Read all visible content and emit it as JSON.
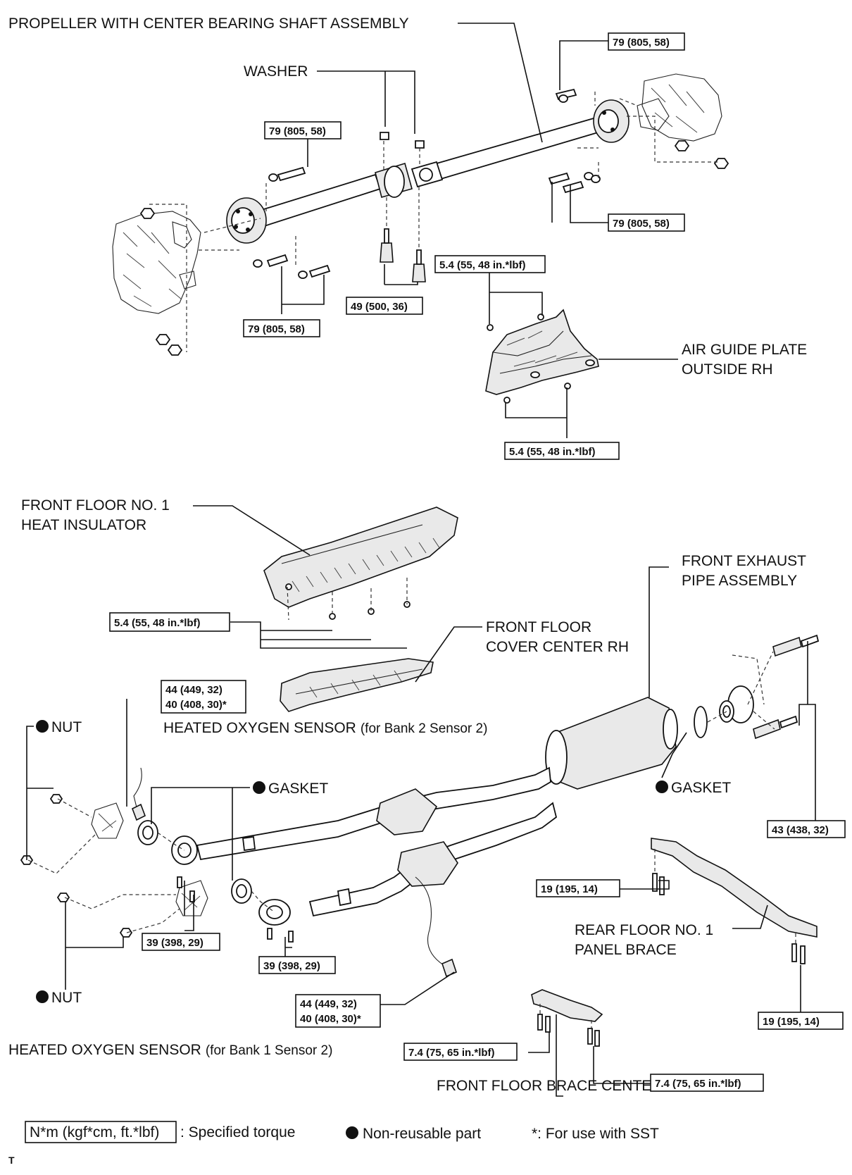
{
  "labels": {
    "propeller": "PROPELLER WITH CENTER BEARING SHAFT ASSEMBLY",
    "washer": "WASHER",
    "air_guide_1": "AIR GUIDE PLATE",
    "air_guide_2": "OUTSIDE RH",
    "heat_insulator_1": "FRONT FLOOR NO. 1",
    "heat_insulator_2": "HEAT INSULATOR",
    "floor_cover_1": "FRONT FLOOR",
    "floor_cover_2": "COVER CENTER RH",
    "exhaust_pipe_1": "FRONT EXHAUST",
    "exhaust_pipe_2": "PIPE ASSEMBLY",
    "sensor_bank2_main": "HEATED OXYGEN SENSOR",
    "sensor_bank2_sub": "(for Bank 2 Sensor 2)",
    "sensor_bank1_main": "HEATED OXYGEN SENSOR",
    "sensor_bank1_sub": "(for Bank 1 Sensor 2)",
    "nut_top": "NUT",
    "nut_bottom": "NUT",
    "gasket_left": "GASKET",
    "gasket_right": "GASKET",
    "rear_brace_1": "REAR FLOOR NO. 1",
    "rear_brace_2": "PANEL BRACE",
    "front_brace": "FRONT FLOOR BRACE CENTER",
    "corner_mark": "T"
  },
  "torques": {
    "t_top_right": "79 (805, 58)",
    "t_top_left": "79 (805, 58)",
    "t_mid_right": "79 (805, 58)",
    "t_bottom_left": "79 (805, 58)",
    "t_center_bearing": "49 (500, 36)",
    "t_air_guide_top": "5.4 (55, 48 in.*lbf)",
    "t_air_guide_bottom": "5.4 (55, 48 in.*lbf)",
    "t_heat_insulator": "5.4 (55, 48 in.*lbf)",
    "t_sensor2_a": "44 (449, 32)",
    "t_sensor2_b": "40 (408, 30)*",
    "t_sensor1_a": "44 (449, 32)",
    "t_sensor1_b": "40 (408, 30)*",
    "t_exhaust_rear": "43 (438, 32)",
    "t_bolt_left": "39 (398, 29)",
    "t_bolt_mid": "39 (398, 29)",
    "t_brace_left": "19 (195, 14)",
    "t_brace_right": "19 (195, 14)",
    "t_front_brace_left": "7.4 (75, 65 in.*lbf)",
    "t_front_brace_right": "7.4 (75, 65 in.*lbf)"
  },
  "legend": {
    "unit_box": "N*m (kgf*cm, ft.*lbf)",
    "unit_text": ": Specified torque",
    "nonreusable": "Non-reusable part",
    "sst": "*: For use with SST"
  },
  "icons": {
    "nonreusable": "filled-circle-icon"
  }
}
